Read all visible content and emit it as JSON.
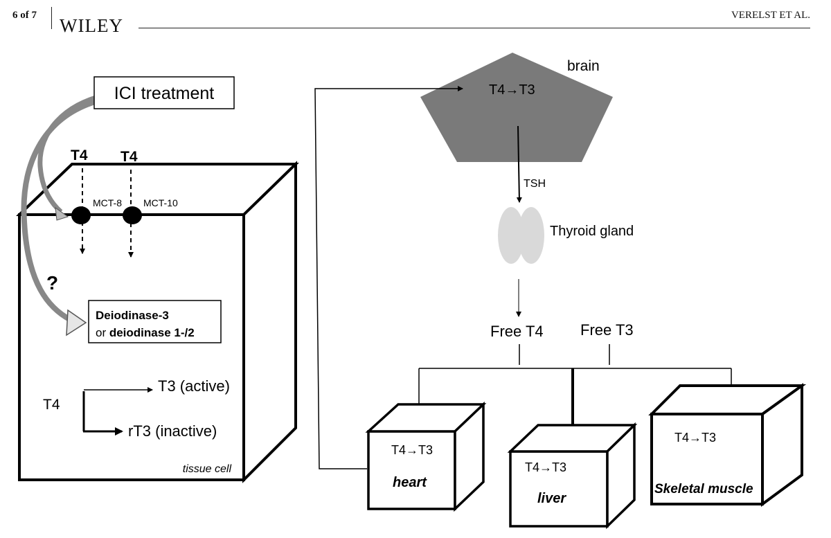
{
  "header": {
    "page": "6 of 7",
    "journal": "WILEY",
    "authors": "VERELST ET AL."
  },
  "diagram": {
    "treatment_label": "ICI treatment",
    "question_mark": "?",
    "t4_left": "T4",
    "t4_right": "T4",
    "transporter_1": "MCT-8",
    "transporter_2": "MCT-10",
    "deiodinase_line1": "Deiodinase-3",
    "deiodinase_line2_or": "or ",
    "deiodinase_line2_bold": "deiodinase 1-/2",
    "conversion_source": "T4",
    "active_product": "T3 (active)",
    "inactive_product": "rT3 (inactive)",
    "tissue_label": "tissue cell",
    "brain_label": "brain",
    "brain_conversion": "T4→T3",
    "tsh_label": "TSH",
    "thyroid_label": "Thyroid gland",
    "free_t4": "Free T4",
    "free_t3": "Free T3",
    "heart_conversion": "T4→T3",
    "heart_label": "heart",
    "liver_conversion": "T4→T3",
    "liver_label": "liver",
    "muscle_conversion": "T4→T3",
    "muscle_label": "Skeletal muscle"
  }
}
